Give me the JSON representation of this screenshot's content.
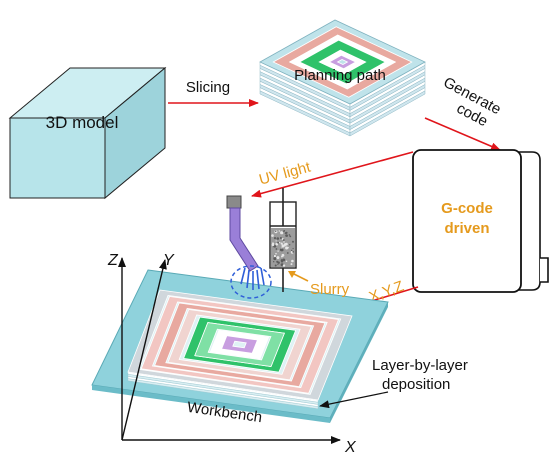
{
  "model_block": {
    "label": "3D model"
  },
  "steps": {
    "slicing": "Slicing",
    "planning_path": "Planning path",
    "generate_code_line1": "Generate",
    "generate_code_line2": "code"
  },
  "controller": {
    "label_line1": "G-code",
    "label_line2": "driven"
  },
  "printer": {
    "uv_light": "UV light",
    "slurry": "Slurry",
    "xyz": "X,Y,Z"
  },
  "bench": {
    "workbench": "Workbench",
    "deposition_line1": "Layer-by-layer",
    "deposition_line2": "deposition"
  },
  "axes": {
    "z": "Z",
    "y": "Y",
    "x": "X"
  },
  "colors": {
    "block": "#b7e4ea",
    "plate": "#8fd2dc",
    "red_arrow": "#e0151b",
    "orange_text": "#e59a1d",
    "arm": "#9a7fd8",
    "ring_pink": "#e8a9a0",
    "ring_green": "#2fc26a",
    "ring_purple": "#c89ee0"
  }
}
